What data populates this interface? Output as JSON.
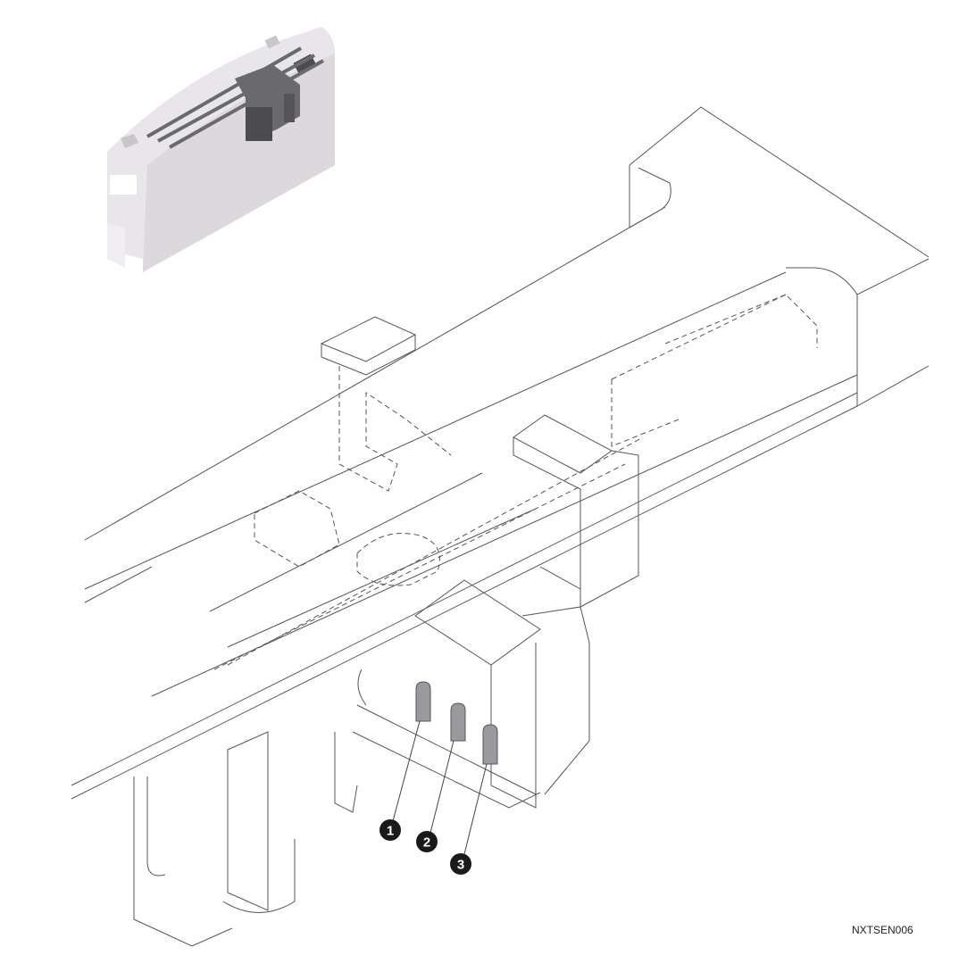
{
  "figure_id": "NXTSEN006",
  "callouts": [
    {
      "label": "1"
    },
    {
      "label": "2"
    },
    {
      "label": "3"
    }
  ],
  "colors": {
    "line": "#555555",
    "callout_fill": "#1a1a1a",
    "locator_body": "#dcd8dc",
    "locator_dark": "#5a5a5e",
    "sensor_tab": "#9a9a9e"
  }
}
